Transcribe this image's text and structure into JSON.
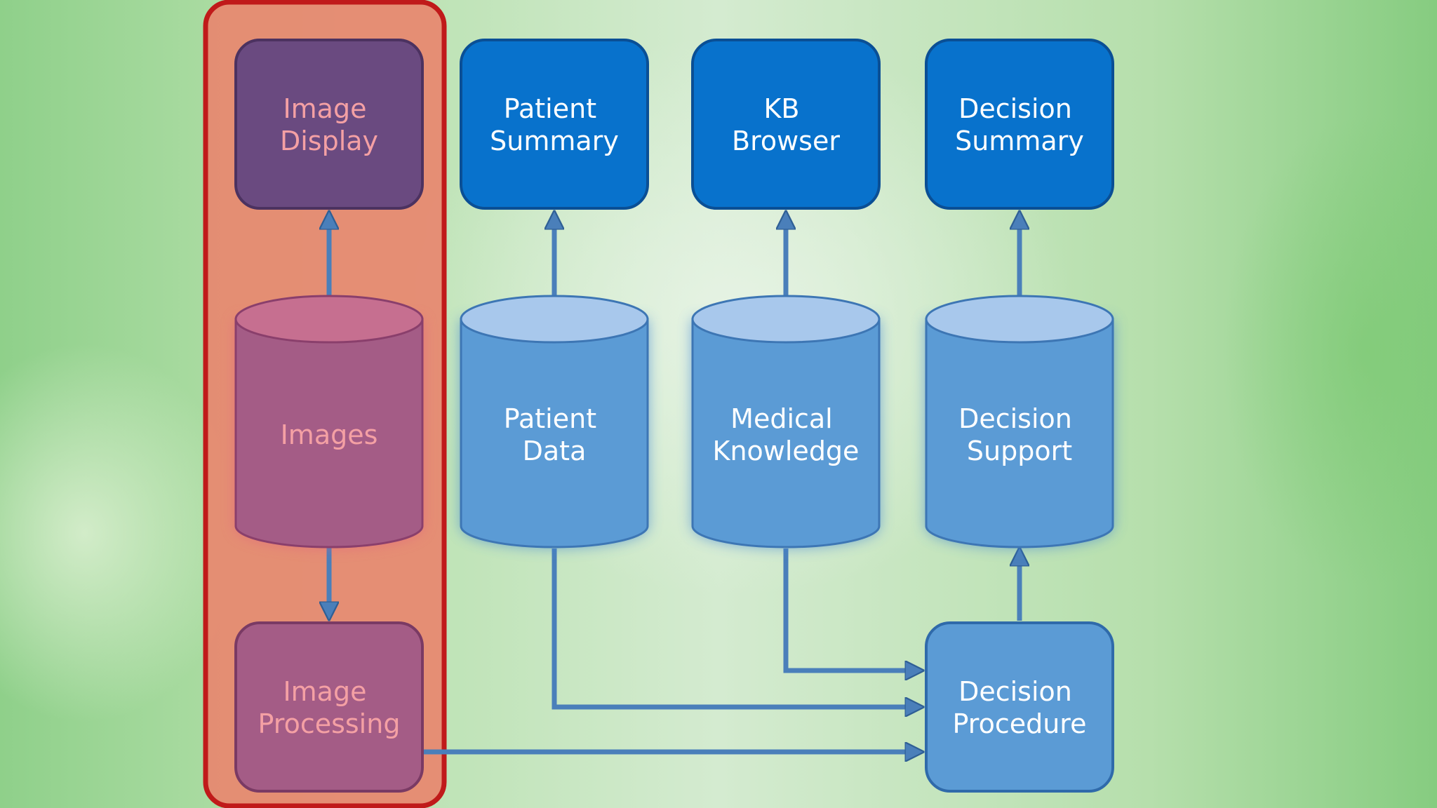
{
  "column_images": {
    "display_label": [
      "Image",
      "Display"
    ],
    "store_label": [
      "Images"
    ],
    "processing_label": [
      "Image",
      "Processing"
    ]
  },
  "column_patient": {
    "summary_label": [
      "Patient",
      "Summary"
    ],
    "store_label": [
      "Patient",
      "Data"
    ]
  },
  "column_knowledge": {
    "browser_label": [
      "KB",
      "Browser"
    ],
    "store_label": [
      "Medical",
      "Knowledge"
    ]
  },
  "column_decision": {
    "summary_label": [
      "Decision",
      "Summary"
    ],
    "store_label": [
      "Decision",
      "Support"
    ],
    "procedure_label": [
      "Decision",
      "Procedure"
    ]
  },
  "colors": {
    "highlight_fill": "#e8876f",
    "highlight_border": "#c01a1a",
    "purple_box": "#6a4a80",
    "pink_text": "#f4a0a4",
    "pink_cylinder": "#a45c86",
    "blue_box": "#0872cc",
    "light_blue": "#5b9bd5",
    "cylinder_top": "#a8c8ec",
    "arrow": "#4a7fba"
  }
}
